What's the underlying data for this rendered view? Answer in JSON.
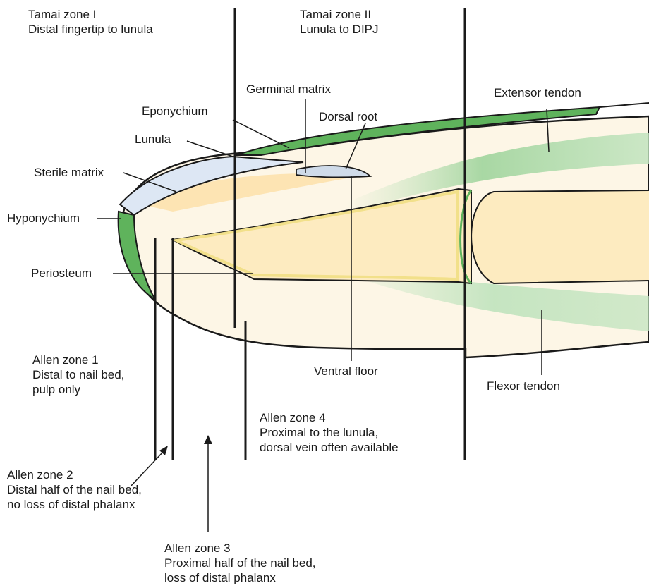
{
  "colors": {
    "tendon_green": "#5fb35c",
    "tendon_green_light": "#bfe3bd",
    "bone_fill": "#fdebc0",
    "nail_plate": "#dde7f4",
    "soft_tissue": "#fdf6e6",
    "outline": "#1a1a1a",
    "periosteum": "#f2e08a"
  },
  "zones": {
    "tamai_1": {
      "title": "Tamai zone I",
      "desc": "Distal fingertip to lunula"
    },
    "tamai_2": {
      "title": "Tamai zone II",
      "desc": "Lunula to DIPJ"
    },
    "allen_1": {
      "title": "Allen zone 1",
      "line1": "Distal to nail bed,",
      "line2": "pulp only"
    },
    "allen_2": {
      "title": "Allen zone 2",
      "line1": "Distal half of the nail bed,",
      "line2": "no loss of distal phalanx"
    },
    "allen_3": {
      "title": "Allen zone 3",
      "line1": "Proximal half of the nail bed,",
      "line2": "loss of distal phalanx"
    },
    "allen_4": {
      "title": "Allen zone 4",
      "line1": "Proximal to the lunula,",
      "line2": "dorsal vein often available"
    }
  },
  "structures": {
    "germinal_matrix": "Germinal matrix",
    "eponychium": "Eponychium",
    "dorsal_root": "Dorsal root",
    "lunula": "Lunula",
    "sterile_matrix": "Sterile matrix",
    "hyponychium": "Hyponychium",
    "periosteum": "Periosteum",
    "extensor_tendon": "Extensor tendon",
    "ventral_floor": "Ventral floor",
    "flexor_tendon": "Flexor tendon"
  }
}
